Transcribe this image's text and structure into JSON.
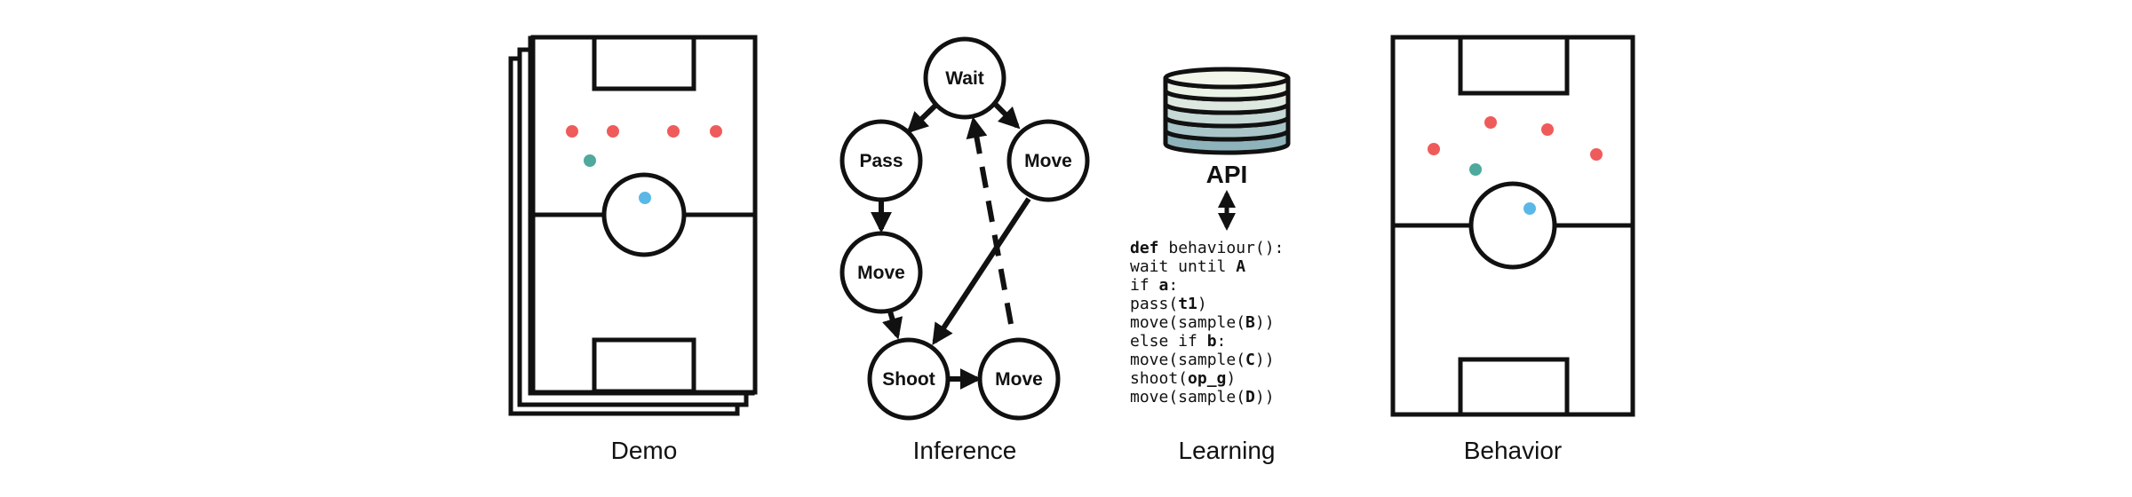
{
  "panels": {
    "demo": "Demo",
    "inference": "Inference",
    "learning": "Learning",
    "behavior": "Behavior"
  },
  "graph": {
    "wait": "Wait",
    "pass": "Pass",
    "move_right": "Move",
    "move_left": "Move",
    "shoot": "Shoot",
    "move_bottom": "Move"
  },
  "api": {
    "label": "API"
  },
  "code": {
    "line1": {
      "kw": "def",
      "rest": " behaviour():"
    },
    "line2": {
      "pre": "  wait until ",
      "bold": "A",
      "post": ""
    },
    "line3": {
      "pre": "  if ",
      "bold": "a",
      "post": ":"
    },
    "line4": {
      "pre": "    pass(",
      "bold": "t1",
      "post": ")"
    },
    "line5": {
      "pre": "    move(sample(",
      "bold": "B",
      "post": "))"
    },
    "line6": {
      "pre": "  else if ",
      "bold": "b",
      "post": ":"
    },
    "line7": {
      "pre": "    move(sample(",
      "bold": "C",
      "post": "))"
    },
    "line8": {
      "pre": "  shoot(",
      "bold": "op_g",
      "post": ")"
    },
    "line9": {
      "pre": "  move(sample(",
      "bold": "D",
      "post": "))"
    }
  },
  "colors": {
    "stroke": "#111111",
    "opponent": "#ef5b5b",
    "teammate": "#4fa99d",
    "ball": "#5ab8e8",
    "db_top": "#f1f5ea",
    "db_bottom": "#8fb3bb"
  }
}
